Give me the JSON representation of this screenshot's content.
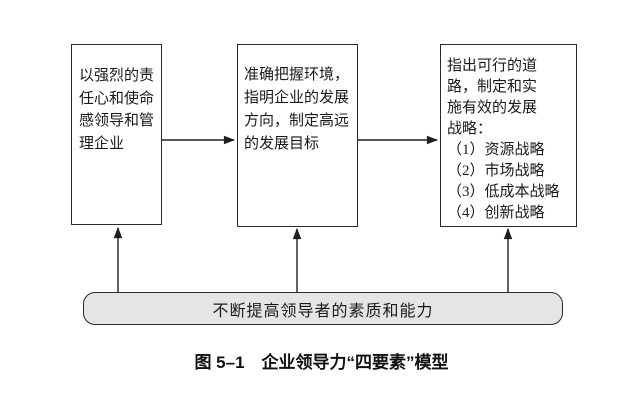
{
  "diagram": {
    "boxes": [
      {
        "id": "lead-manage",
        "text": "以强烈的责\n任心和使命\n感领导和管\n理企业"
      },
      {
        "id": "set-direction",
        "text": "准确把握环境，\n指明企业的发展\n方向，制定高远\n的发展目标"
      },
      {
        "id": "strategy",
        "text": "指出可行的道\n路，制定和实\n施有效的发展\n战略：\n（1）资源战略\n（2）市场战略\n（3）低成本战略\n（4）创新战略"
      }
    ],
    "base_box": {
      "text": "不断提高领导者的素质和能力"
    },
    "caption": "图 5–1　企业领导力“四要素”模型",
    "colors": {
      "line": "#1f1f1f",
      "box_border": "#2a2a2a",
      "box_fill": "#ffffff",
      "base_fill": "#e5e5e5",
      "text": "#1a1a1a",
      "background": "#ffffff"
    }
  }
}
